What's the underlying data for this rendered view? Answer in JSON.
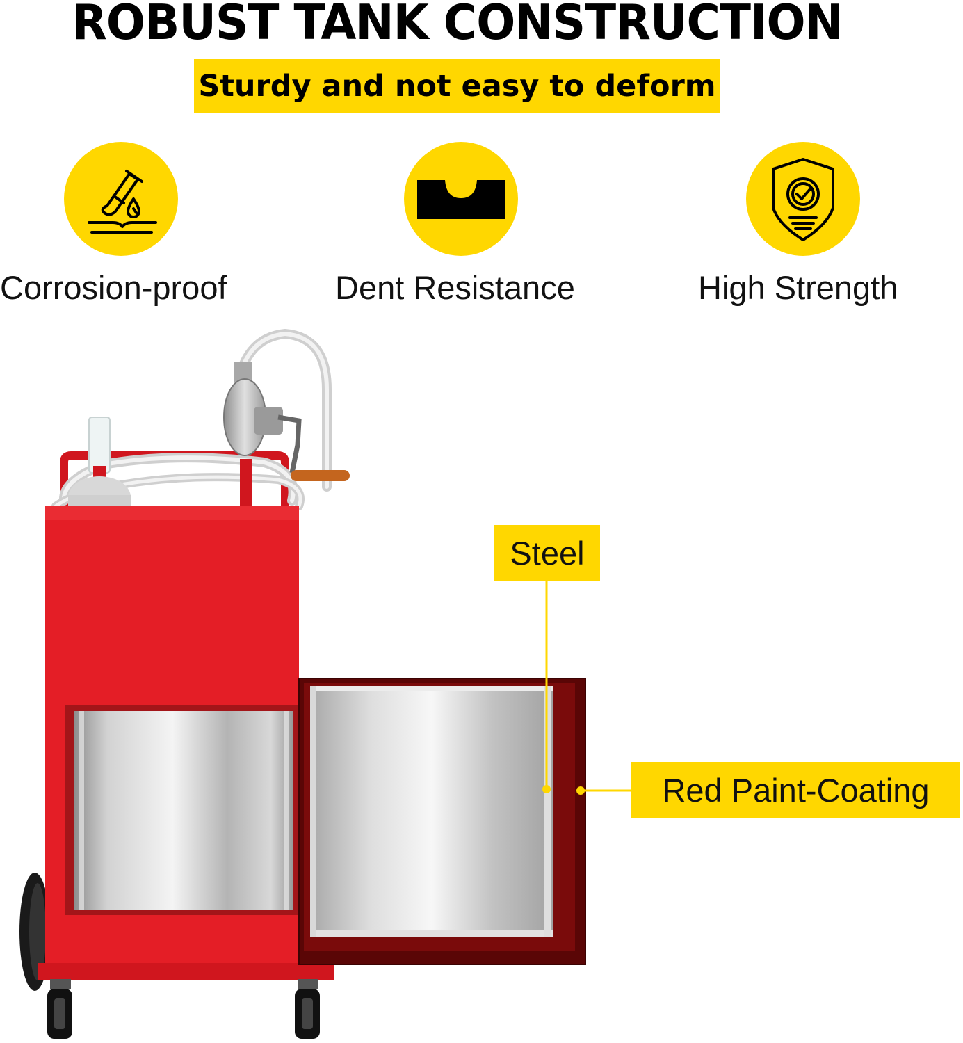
{
  "header": {
    "title": "ROBUST TANK CONSTRUCTION",
    "subtitle": "Sturdy and not easy to deform"
  },
  "features": [
    {
      "label": "Corrosion-proof",
      "icon": "test-tube-drop-icon"
    },
    {
      "label": "Dent Resistance",
      "icon": "dent-block-icon"
    },
    {
      "label": "High Strength",
      "icon": "shield-check-icon"
    }
  ],
  "callouts": {
    "steel": "Steel",
    "paint": "Red Paint-Coating"
  },
  "colors": {
    "accent": "#ffd700",
    "tank_red": "#e41e26",
    "dark_red": "#5a0606",
    "steel": "#c4c4c4"
  }
}
